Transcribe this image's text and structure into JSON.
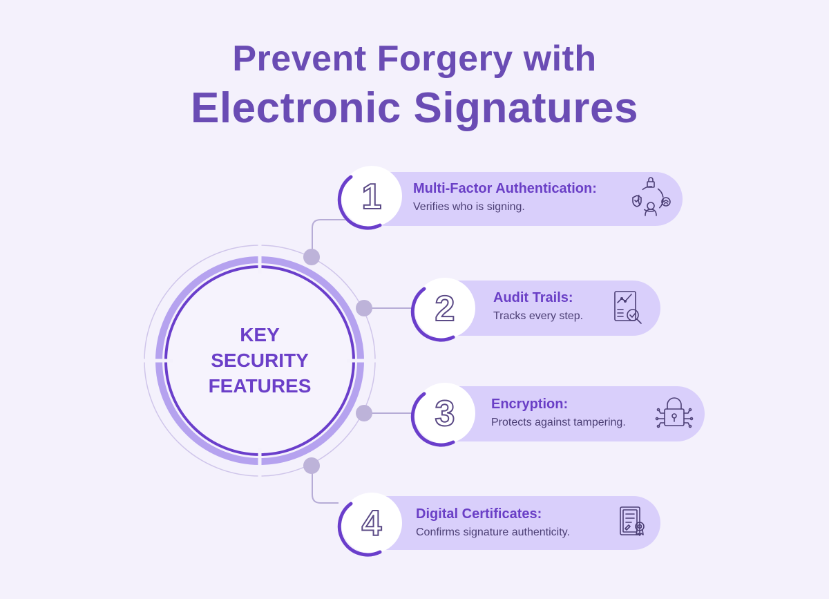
{
  "title": {
    "line1": "Prevent Forgery with",
    "line2": "Electronic Signatures"
  },
  "center": {
    "lines": [
      "KEY",
      "SECURITY",
      "FEATURES"
    ]
  },
  "features": [
    {
      "number": "1",
      "title": "Multi-Factor Authentication:",
      "description": "Verifies who is signing.",
      "icon": "multi-factor-authentication-icon"
    },
    {
      "number": "2",
      "title": "Audit Trails:",
      "description": "Tracks every step.",
      "icon": "audit-report-magnifier-icon"
    },
    {
      "number": "3",
      "title": "Encryption:",
      "description": "Protects against tampering.",
      "icon": "circuit-padlock-icon"
    },
    {
      "number": "4",
      "title": "Digital Certificates:",
      "description": "Confirms signature authenticity.",
      "icon": "certificate-document-icon"
    }
  ],
  "colors": {
    "background": "#f4f1fc",
    "title": "#6a4cb4",
    "accent": "#6b3fc8",
    "pill": "#d9cffb",
    "connector": "#b6acd6"
  }
}
